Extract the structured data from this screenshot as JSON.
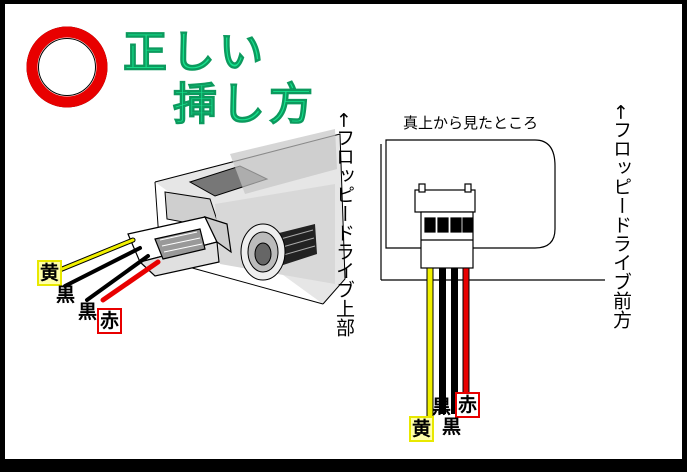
{
  "title": {
    "line1": "正しい",
    "line2": "挿し方"
  },
  "left_view": {
    "side_label": "←フロッピードライブ上部",
    "wires": {
      "yellow": "黄",
      "black1": "黒",
      "black2": "黒",
      "red": "赤"
    }
  },
  "right_view": {
    "caption": "真上から見たところ",
    "side_label": "←フロッピードライブ前方",
    "wires": {
      "black_top": "黒",
      "red": "赤",
      "yellow": "黄",
      "black_bottom": "黒"
    }
  },
  "colors": {
    "circle_mark": "#e80000",
    "title_text": "#18e58f",
    "wire_yellow": "#f0f000",
    "wire_red": "#e80000"
  }
}
